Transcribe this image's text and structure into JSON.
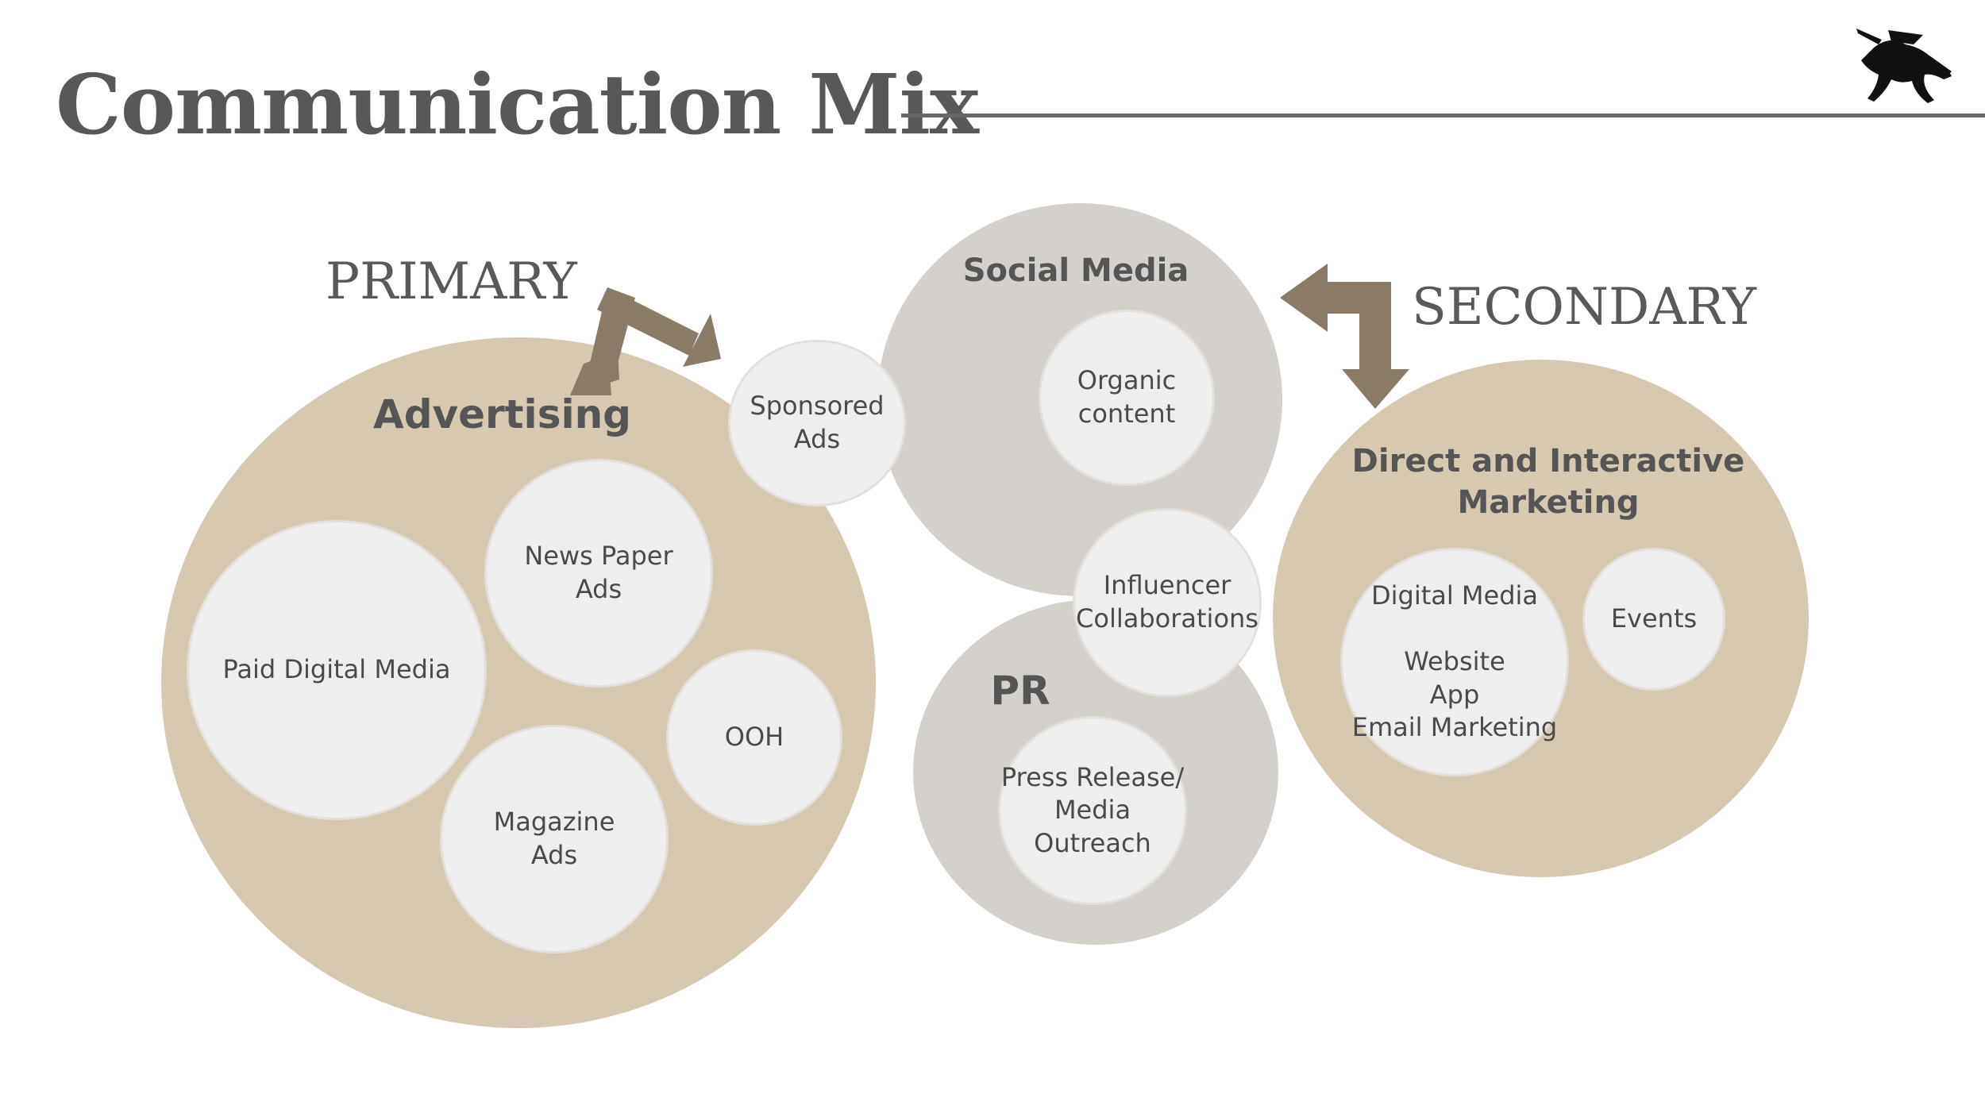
{
  "title": "Communication Mix",
  "labels": {
    "primary": "PRIMARY",
    "secondary": "SECONDARY"
  },
  "colors": {
    "tan": "#d6c8b1",
    "grey": "#d4d1cc",
    "light": "#efeeee",
    "arrow": "#8a7a68",
    "text": "#555555"
  },
  "groups": {
    "advertising": {
      "title": "Advertising",
      "items": {
        "paid_digital": "Paid Digital Media",
        "newspaper": "News Paper\nAds",
        "ooh": "OOH",
        "magazine": "Magazine\nAds"
      }
    },
    "shared": {
      "sponsored": "Sponsored\nAds",
      "influencer": "Influencer\nCollaborations"
    },
    "social": {
      "title": "Social Media",
      "items": {
        "organic": "Organic\ncontent"
      }
    },
    "pr": {
      "title": "PR",
      "items": {
        "press": "Press Release/\nMedia Outreach"
      }
    },
    "direct": {
      "title": "Direct and Interactive\nMarketing",
      "items": {
        "digital": "Digital Media\n\nWebsite\nApp\nEmail Marketing",
        "events": "Events"
      }
    }
  }
}
